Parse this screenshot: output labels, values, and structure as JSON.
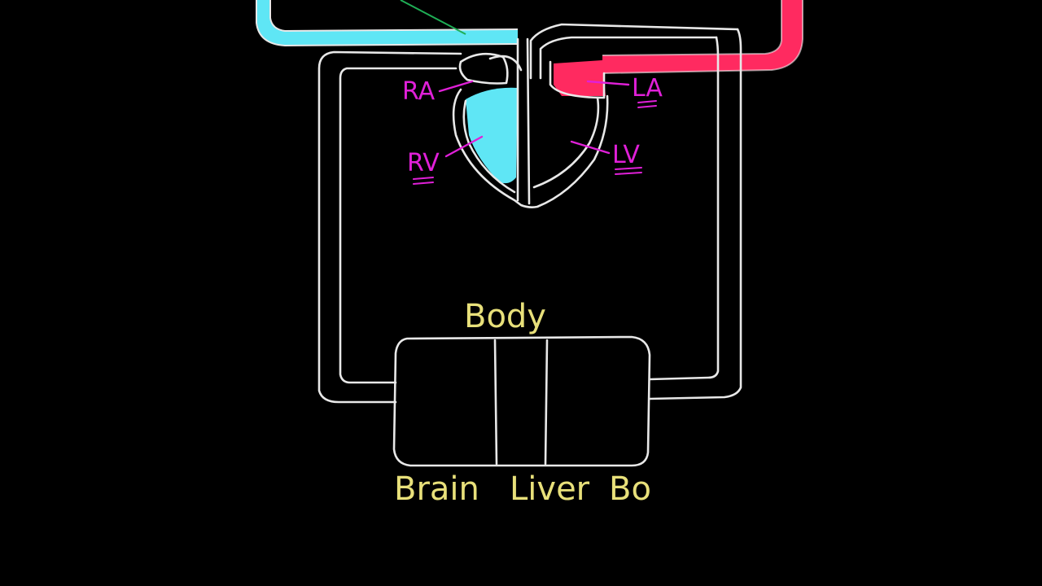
{
  "labels": {
    "ra": "RA",
    "rv": "RV",
    "la": "LA",
    "lv": "LV",
    "body_title": "Body",
    "organ_brain": "Brain",
    "organ_liver": "Liver",
    "organ_partial": "Bo"
  },
  "colors": {
    "deoxygenated_blood": "#5fe6f5",
    "oxygenated_blood": "#ff2a60",
    "chamber_label": "#e020d8",
    "body_label": "#e8e07a",
    "outline": "#e8e8e8",
    "pen_stroke": "#1fae55",
    "background": "#000000"
  }
}
